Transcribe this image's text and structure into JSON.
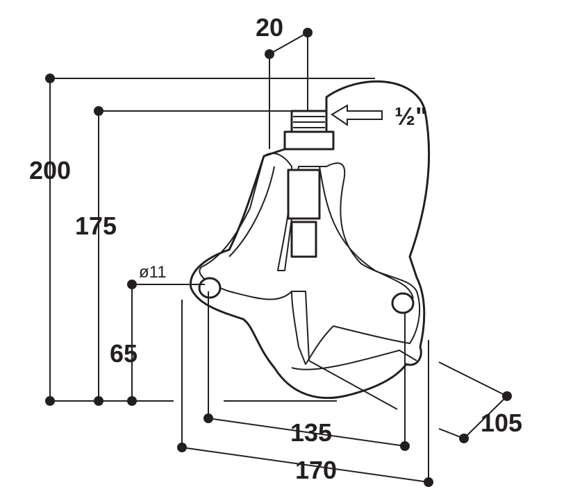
{
  "title": "Drinking bowl dimension drawing",
  "dimensions": {
    "width_top_fitting": "20",
    "thread_size": "½\"",
    "overall_height": "200",
    "inlet_height": "175",
    "hole_diameter": "ø11",
    "hole_height": "65",
    "hole_spacing": "135",
    "overall_width": "170",
    "depth": "105"
  },
  "colors": {
    "line": "#231f20",
    "background": "#ffffff"
  }
}
